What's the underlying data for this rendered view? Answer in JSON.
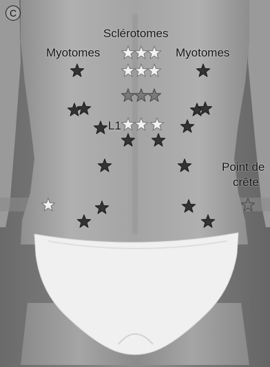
{
  "figure": {
    "panel_letter": "C",
    "labels": {
      "sclerotomes": "Sclérotomes",
      "myotomes_left": "Myotomes",
      "myotomes_right": "Myotomes",
      "level": "L1",
      "point_de_crete_line1": "Point de",
      "point_de_crete_line2": "crête"
    },
    "colors": {
      "dark_star": "#333333",
      "mid_star": "#7a7a7a",
      "outline_star": "#f2f2f2",
      "skin": "#a7a7a7",
      "background": "#707070",
      "garment": "#f1f1f1"
    },
    "icons": {
      "dark_star": "filled-star-icon",
      "mid_star": "gray-star-icon",
      "outline_star": "outline-star-icon"
    }
  }
}
